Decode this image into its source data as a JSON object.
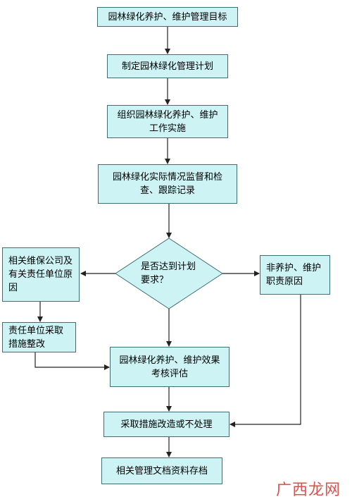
{
  "nodes": {
    "goal": "园林绿化养护、维护管理目标",
    "plan": "制定园林绿化管理计划",
    "organize": "组织园林绿化养护、维护工作实施",
    "monitor": "园林绿化实际情况监督和检查、跟踪记录",
    "decision": "是否达到计划要求？",
    "left_cause": "相关维保公司及有关责任单位原因",
    "right_cause": "非养护、维护职责原因",
    "rectify": "责任单位采取措施整改",
    "assess": "园林绿化养护、维护效果考核评估",
    "measures": "采取措施改造或不处理",
    "archive": "相关管理文档资料存档"
  },
  "watermark": "广西龙网",
  "colors": {
    "box_fill": "#cdf3f5",
    "box_border": "#3f6f73",
    "arrow": "#222222",
    "watermark": "#d9534f"
  }
}
